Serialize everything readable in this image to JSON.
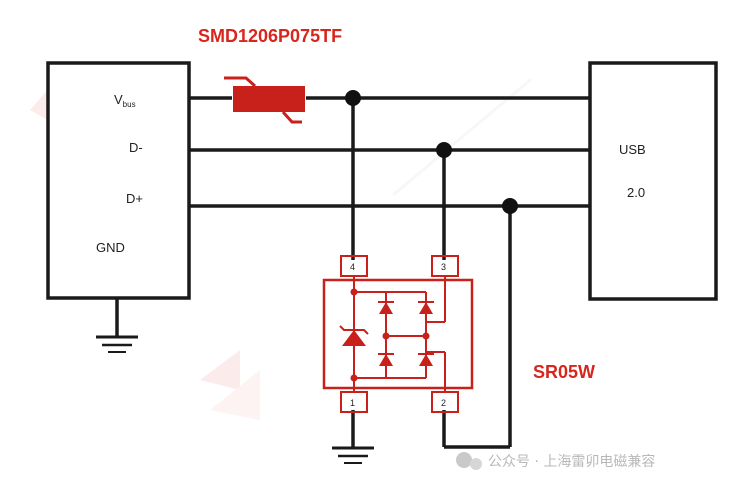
{
  "labels": {
    "fuse_part": "SMD1206P075TF",
    "tvs_part": "SR05W"
  },
  "left_box": {
    "vbus_main": "V",
    "vbus_sub": "bus",
    "d_minus": "D-",
    "d_plus": "D+",
    "gnd": "GND"
  },
  "right_box": {
    "line1": "USB",
    "line2": "2.0"
  },
  "tvs_pins": {
    "p1": "1",
    "p2": "2",
    "p3": "3",
    "p4": "4"
  },
  "watermark": {
    "footer": "公众号 · 上海雷卯电磁兼容"
  },
  "colors": {
    "accent_red": "#d9261c",
    "line": "#1a1a1a"
  }
}
